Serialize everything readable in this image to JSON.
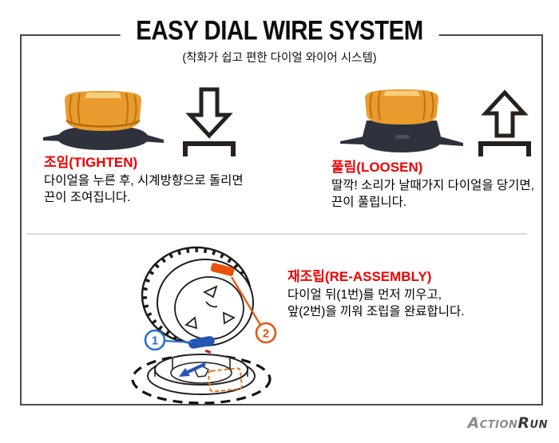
{
  "header": {
    "title": "EASY DIAL WIRE SYSTEM",
    "subtitle": "(착화가 쉽고 편한 다이얼 와이어 시스템)"
  },
  "sections": {
    "tighten": {
      "heading": "조임(TIGHTEN)",
      "line1": "다이얼을 누른 후, 시계방향으로 돌리면",
      "line2": "끈이 조여집니다."
    },
    "loosen": {
      "heading": "풀림(LOOSEN)",
      "line1": "딸깍! 소리가 날때가지 다이얼을 당기면,",
      "line2": "끈이 풀립니다."
    },
    "reassembly": {
      "heading": "재조립(RE-ASSEMBLY)",
      "line1": "다이얼 뒤(1번)를 먼저 끼우고,",
      "line2": "앞(2번)을 끼워 조립을 완료합니다."
    }
  },
  "diagram": {
    "step1": "1",
    "step2": "2"
  },
  "icons": {
    "tighten_arrow": "press-down-arrow",
    "loosen_arrow": "pull-up-arrow"
  },
  "footer": {
    "brand_action": "Action",
    "brand_run": "Run"
  },
  "colors": {
    "heading_red": "#ee0000",
    "dial_orange": "#e99b2d",
    "dial_dark": "#2d323d",
    "accent_blue": "#2a6fd0",
    "accent_orange": "#e8530e",
    "arrow_red": "#d81414",
    "frame_gray": "#4a4a4a"
  }
}
